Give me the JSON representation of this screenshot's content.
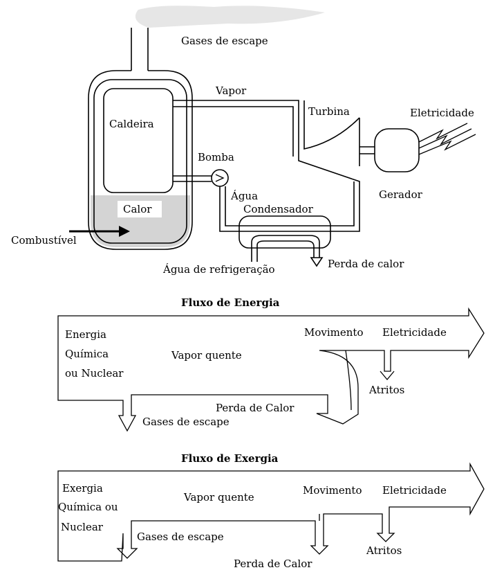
{
  "plant": {
    "exhaust_gases": "Gases de escape",
    "steam": "Vapor",
    "turbine": "Turbina",
    "electricity": "Eletricidade",
    "boiler": "Caldeira",
    "pump": "Bomba",
    "generator": "Gerador",
    "water": "Água",
    "heat": "Calor",
    "condenser": "Condensador",
    "fuel": "Combustível",
    "cooling_water": "Água de refrigeração",
    "heat_loss": "Perda de calor"
  },
  "energy_flow": {
    "title": "Fluxo de Energia",
    "source_line1": "Energia",
    "source_line2": "Química",
    "source_line3": "ou Nuclear",
    "hot_steam": "Vapor quente",
    "motion": "Movimento",
    "electricity": "Eletricidade",
    "friction": "Atritos",
    "heat_loss": "Perda de Calor",
    "exhaust_gases": "Gases de escape"
  },
  "exergy_flow": {
    "title": "Fluxo de Exergia",
    "source_line1": "Exergia",
    "source_line2": "Química ou",
    "source_line3": "Nuclear",
    "hot_steam": "Vapor quente",
    "motion": "Movimento",
    "electricity": "Eletricidade",
    "exhaust_gases": "Gases de escape",
    "friction": "Atritos",
    "heat_loss": "Perda de Calor"
  },
  "colors": {
    "heat_fill": "#d4d4d4",
    "smoke": "#e6e6e6",
    "line": "#000000"
  }
}
